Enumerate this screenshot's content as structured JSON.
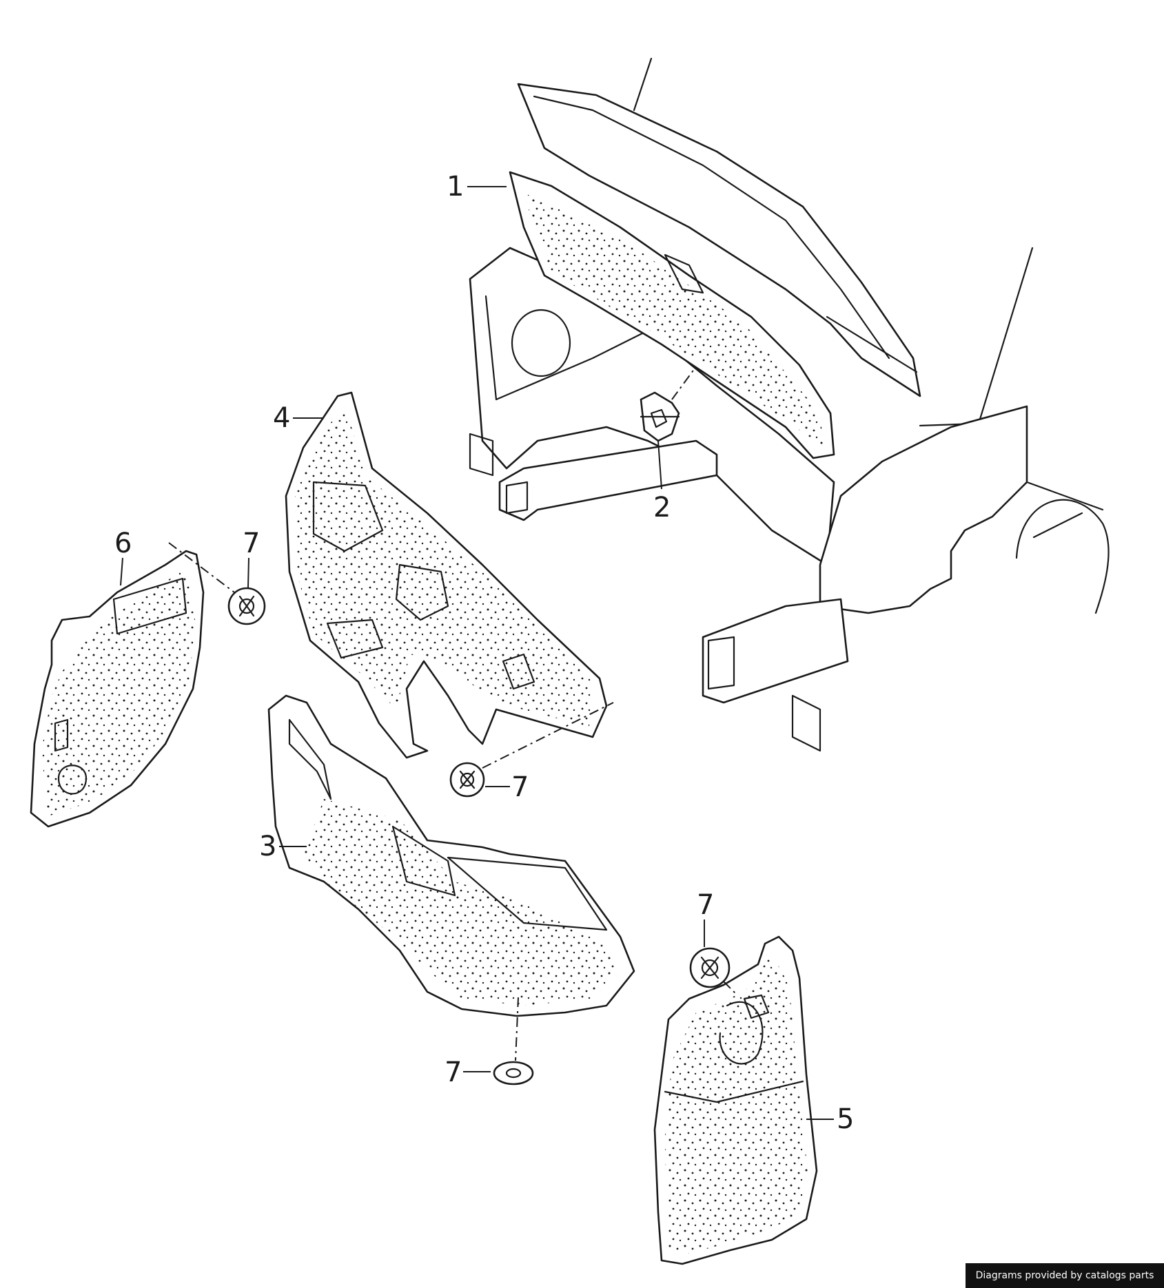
{
  "diagram": {
    "colors": {
      "line": "#1a1a1a",
      "background": "#ffffff",
      "credit_bg": "#111111",
      "credit_text": "#ffffff"
    },
    "callouts": [
      {
        "id": "c1",
        "label": "1"
      },
      {
        "id": "c2",
        "label": "2"
      },
      {
        "id": "c3",
        "label": "3"
      },
      {
        "id": "c4",
        "label": "4"
      },
      {
        "id": "c5",
        "label": "5"
      },
      {
        "id": "c6",
        "label": "6"
      },
      {
        "id": "c7a",
        "label": "7"
      },
      {
        "id": "c7b",
        "label": "7"
      },
      {
        "id": "c7c",
        "label": "7"
      },
      {
        "id": "c7d",
        "label": "7"
      }
    ]
  },
  "footer": {
    "credit": "Diagrams provided by catalogs parts"
  }
}
